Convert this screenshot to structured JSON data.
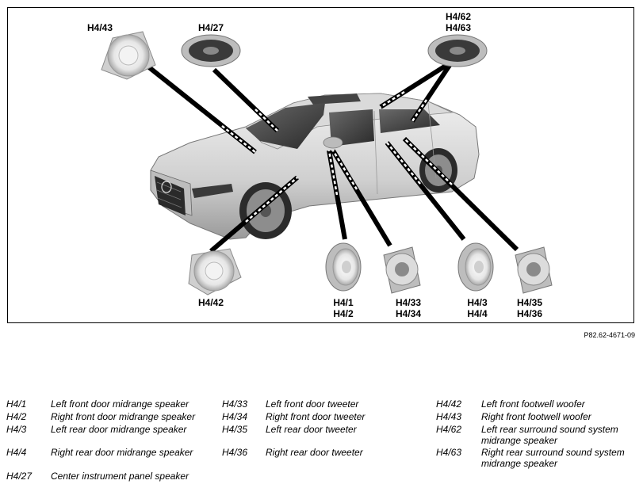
{
  "figure": {
    "code": "P82.62-4671-09",
    "callouts": {
      "h4_43": [
        "H4/43"
      ],
      "h4_27": [
        "H4/27"
      ],
      "h4_62_63": [
        "H4/62",
        "H4/63"
      ],
      "h4_42": [
        "H4/42"
      ],
      "h4_1_2": [
        "H4/1",
        "H4/2"
      ],
      "h4_33_34": [
        "H4/33",
        "H4/34"
      ],
      "h4_3_4": [
        "H4/3",
        "H4/4"
      ],
      "h4_35_36": [
        "H4/35",
        "H4/36"
      ]
    }
  },
  "legend": {
    "rows": [
      [
        {
          "code": "H4/1",
          "desc": "Left front door midrange speaker"
        },
        {
          "code": "H4/33",
          "desc": "Left front door tweeter"
        },
        {
          "code": "H4/42",
          "desc": "Left front footwell woofer"
        }
      ],
      [
        {
          "code": "H4/2",
          "desc": "Right front door midrange speaker"
        },
        {
          "code": "H4/34",
          "desc": "Right front door tweeter"
        },
        {
          "code": "H4/43",
          "desc": "Right front footwell woofer"
        }
      ],
      [
        {
          "code": "H4/3",
          "desc": "Left rear door midrange speaker"
        },
        {
          "code": "H4/35",
          "desc": "Left rear door tweeter"
        },
        {
          "code": "H4/62",
          "desc": "Left rear surround sound system midrange speaker"
        }
      ],
      [
        {
          "code": "H4/4",
          "desc": "Right rear door midrange speaker"
        },
        {
          "code": "H4/36",
          "desc": "Right rear door tweeter"
        },
        {
          "code": "H4/63",
          "desc": "Right rear surround sound system midrange speaker"
        }
      ],
      [
        {
          "code": "H4/27",
          "desc": "Center instrument panel speaker"
        }
      ]
    ]
  }
}
